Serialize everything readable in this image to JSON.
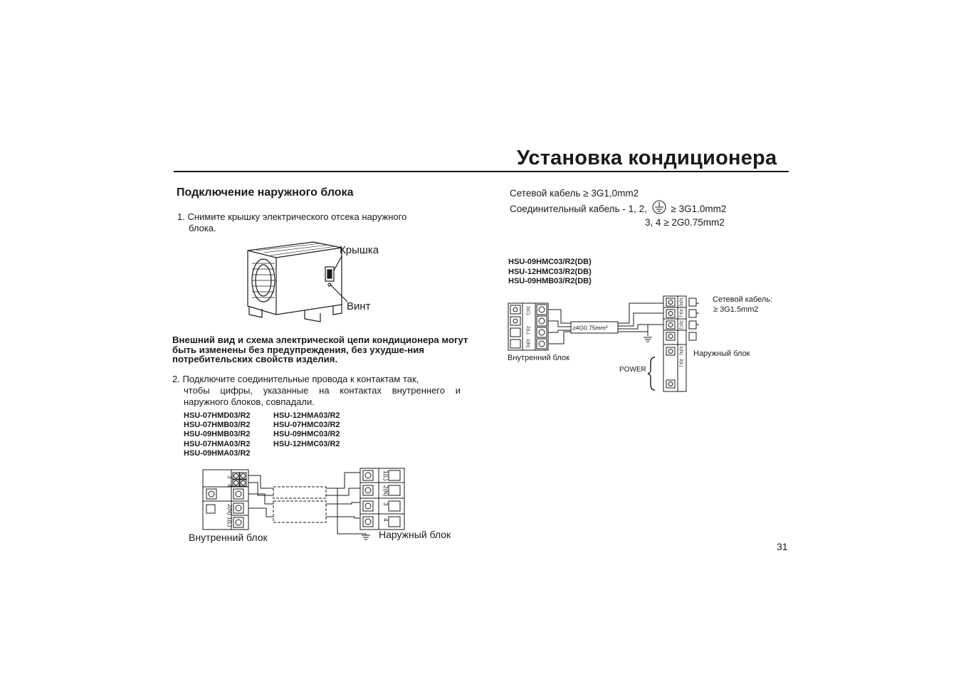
{
  "header": {
    "title": "Установка кондиционера"
  },
  "section": {
    "heading": "Подключение наружного блока"
  },
  "step1": {
    "line1": "1.  Снимите  крышку  электрического  отсека  наружного",
    "line2": "блока."
  },
  "figure1": {
    "cover_label": "Крышка",
    "screw_label": "Винт"
  },
  "warning": {
    "text": "Внешний вид и схема электрической цепи кондиционера могут быть изменены без предупреждения, без ухудше-ния потребительских свойств изделия."
  },
  "step2": {
    "line1": "2. Подключите соединительные провода к контактам так,",
    "line2": "чтобы  цифры,  указанные  на  контактах  внутреннего  и",
    "line3": "наружного блоков, совпадали."
  },
  "models_left": [
    "HSU-07HMD03/R2",
    "HSU-07HMB03/R2",
    "HSU-09HMB03/R2",
    "HSU-07HMA03/R2",
    "HSU-09HMA03/R2"
  ],
  "models_right": [
    "HSU-12HMA03/R2",
    "HSU-07HMC03/R2",
    "HSU-09HMC03/R2",
    "HSU-12HMC03/R2"
  ],
  "diagram1": {
    "indoor_label": "Внутренний блок",
    "outdoor_label": "Наружный блок",
    "indoor_terminals": [
      "1(L)",
      "2(N)",
      "3",
      "4"
    ],
    "outdoor_terminals": [
      "1(L)",
      "2(N)",
      "3",
      "4"
    ]
  },
  "cable_specs": {
    "line1": "Сетевой кабель  ≥ 3G1,0mm2",
    "line2a": "Соединительный кабель - 1, 2,",
    "line2b": "≥ 3G1.0mm2",
    "line3": "3, 4 ≥ 2G0.75mm2"
  },
  "models_db": [
    "HSU-09HMC03/R2(DB)",
    "HSU-12HMC03/R2(DB)",
    "HSU-09HMB03/R2(DB)"
  ],
  "diagram2": {
    "cable_label": "≥4G0.75mm²",
    "indoor_label": "Внутренний блок",
    "outdoor_label": "Наружный блок",
    "power_label": "POWER",
    "power_cable_label": "Сетевой кабель:",
    "power_cable_value": "≥ 3G1.5mm2",
    "indoor_terminals": [
      "1(N)",
      "2(L)",
      "3(C)",
      "⏚"
    ],
    "outdoor_terminals": [
      "1(N)",
      "2(L)",
      "3(C)"
    ],
    "power_terminals": [
      "1(N)",
      "2(L)"
    ]
  },
  "page_number": "31",
  "colors": {
    "ink": "#1a1a1a",
    "background": "#ffffff"
  }
}
